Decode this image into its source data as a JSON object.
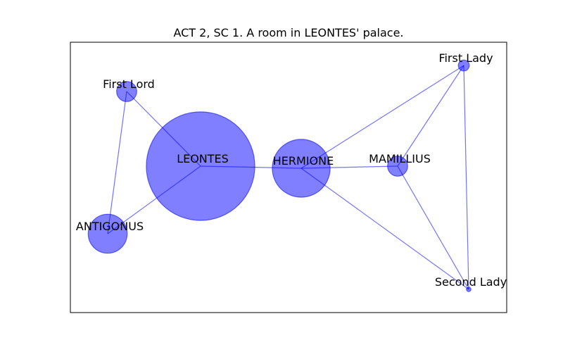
{
  "figure": {
    "title": "ACT 2, SC 1. A room in LEONTES' palace."
  },
  "colors": {
    "node_fill": "#0000ff",
    "edge": "#0000ff",
    "frame": "#000000"
  },
  "nodes": [
    {
      "id": "LEONTES",
      "label": "LEONTES",
      "weight": 5.8
    },
    {
      "id": "HERMIONE",
      "label": "HERMIONE",
      "weight": 1.65
    },
    {
      "id": "MAMILLIUS",
      "label": "MAMILLIUS",
      "weight": 0.2
    },
    {
      "id": "ANTIGONUS",
      "label": "ANTIGONUS",
      "weight": 0.75
    },
    {
      "id": "First Lord",
      "label": "First Lord",
      "weight": 0.2
    },
    {
      "id": "First Lady",
      "label": "First Lady",
      "weight": 0.06
    },
    {
      "id": "Second Lady",
      "label": "Second Lady",
      "weight": 0.01
    }
  ],
  "edges": [
    [
      "LEONTES",
      "HERMIONE"
    ],
    [
      "LEONTES",
      "First Lord"
    ],
    [
      "LEONTES",
      "ANTIGONUS"
    ],
    [
      "First Lord",
      "ANTIGONUS"
    ],
    [
      "HERMIONE",
      "MAMILLIUS"
    ],
    [
      "HERMIONE",
      "First Lady"
    ],
    [
      "HERMIONE",
      "Second Lady"
    ],
    [
      "MAMILLIUS",
      "First Lady"
    ],
    [
      "MAMILLIUS",
      "Second Lady"
    ],
    [
      "First Lady",
      "Second Lady"
    ]
  ]
}
